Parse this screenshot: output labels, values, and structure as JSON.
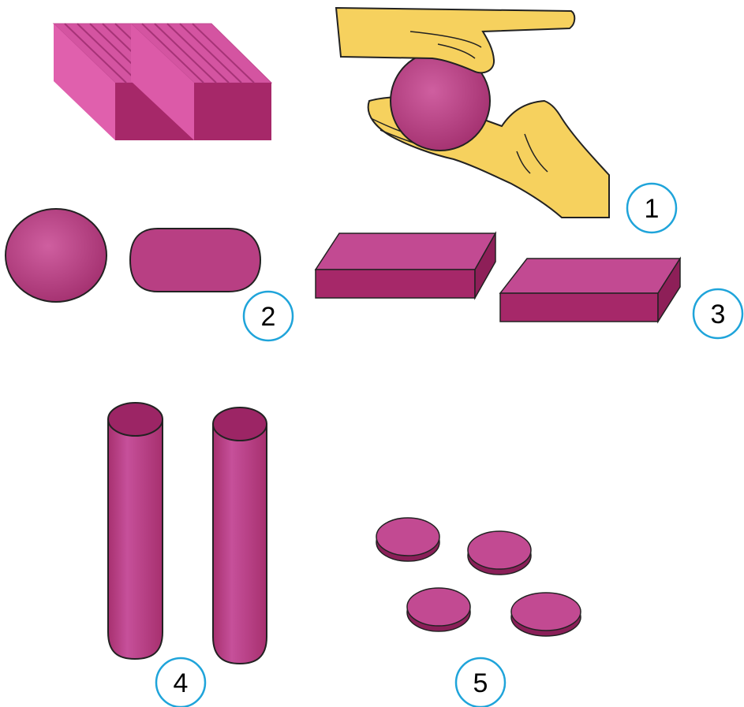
{
  "steps": [
    {
      "label": "1"
    },
    {
      "label": "2"
    },
    {
      "label": "3"
    },
    {
      "label": "4"
    },
    {
      "label": "5"
    }
  ],
  "colors": {
    "clay_light": "#c2488f",
    "clay_mid": "#ad3477",
    "clay_dark": "#8a1f58",
    "clay_top": "#d25ea0",
    "hand_fill": "#f6d15e",
    "outline": "#222222",
    "badge_ring": "#1fa4da"
  }
}
